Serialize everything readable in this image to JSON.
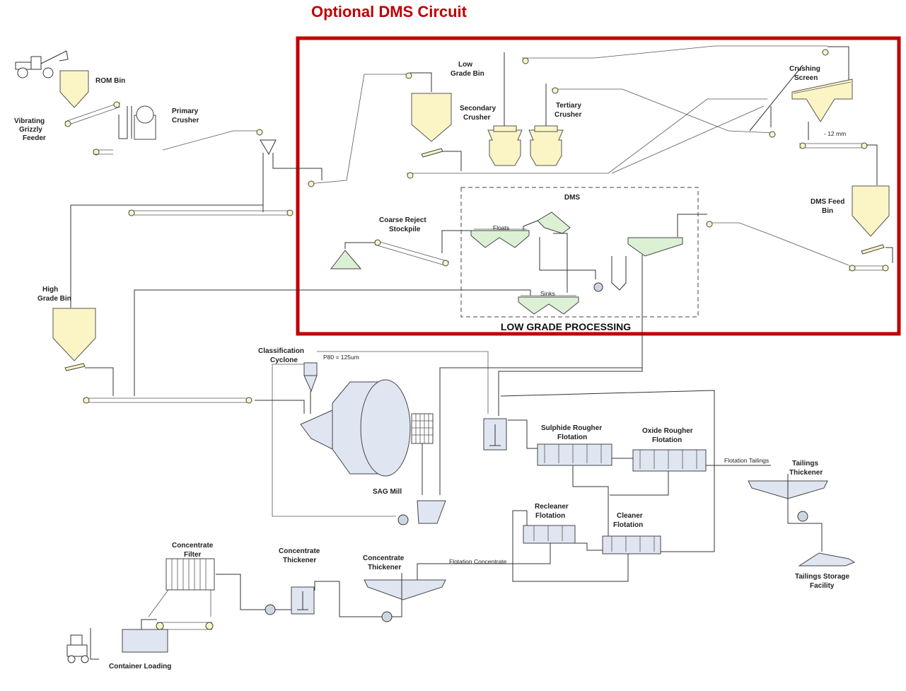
{
  "title": "Optional DMS Circuit",
  "region_label": "LOW GRADE PROCESSING",
  "dms_box_label": "DMS",
  "labels": {
    "rom_bin": "ROM Bin",
    "vibrating_1": "Vibrating",
    "vibrating_2": "Grizzly",
    "vibrating_3": "Feeder",
    "primary_1": "Primary",
    "primary_2": "Crusher",
    "low_grade_1": "Low",
    "low_grade_2": "Grade Bin",
    "secondary_1": "Secondary",
    "secondary_2": "Crusher",
    "tertiary_1": "Tertiary",
    "tertiary_2": "Crusher",
    "crushing_1": "Crushing",
    "crushing_2": "Screen",
    "minus12": "- 12 mm",
    "dms_feed_1": "DMS Feed",
    "dms_feed_2": "Bin",
    "coarse_1": "Coarse Reject",
    "coarse_2": "Stockpile",
    "floats": "Floats",
    "sinks": "Sinks",
    "high_grade_1": "High",
    "high_grade_2": "Grade Bin",
    "class_1": "Classification",
    "class_2": "Cyclone",
    "p80": "P80 = 125um",
    "sag_mill": "SAG Mill",
    "sulph_1": "Sulphide Rougher",
    "sulph_2": "Flotation",
    "oxide_1": "Oxide Rougher",
    "oxide_2": "Flotation",
    "flot_tailings": "Flotation Tailings",
    "tail_thick_1": "Tailings",
    "tail_thick_2": "Thickener",
    "recleaner_1": "Recleaner",
    "recleaner_2": "Flotation",
    "cleaner_1": "Cleaner",
    "cleaner_2": "Flotation",
    "tsf_1": "Tailings Storage",
    "tsf_2": "Facility",
    "conc_filter_1": "Concentrate",
    "conc_filter_2": "Filter",
    "conc_thick_a_1": "Concentrate",
    "conc_thick_a_2": "Thickener",
    "conc_thick_b_1": "Concentrate",
    "conc_thick_b_2": "Thickener",
    "flot_conc": "Flotation Concentrate",
    "container": "Container Loading"
  },
  "colors": {
    "title": "#c00000",
    "highlight_box": "#c00000",
    "bin_fill": "#fbf5c6",
    "dms_fill": "#dcf0d4",
    "flotation_fill": "#dfe6f2"
  }
}
